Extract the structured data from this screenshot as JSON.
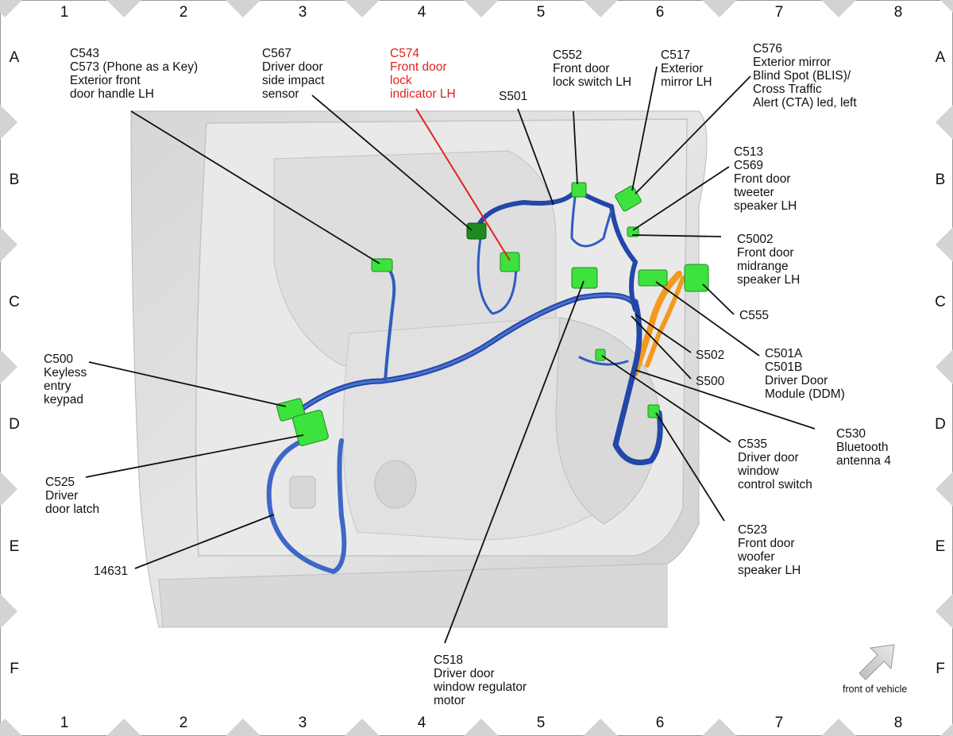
{
  "grid": {
    "columns": [
      "1",
      "2",
      "3",
      "4",
      "5",
      "6",
      "7",
      "8"
    ],
    "rows": [
      "A",
      "B",
      "C",
      "D",
      "E",
      "F"
    ]
  },
  "colors": {
    "harness": "#2347a8",
    "harness_light": "#4a72d0",
    "connector": "#3de23d",
    "connector_dark": "#1f8a1f",
    "orange_harness": "#f39a1e",
    "highlight": "#e2231a",
    "door_panel": "#dcdcdc"
  },
  "labels": {
    "c543": [
      "C543",
      "C573 (Phone as a Key)",
      "Exterior front",
      "door handle LH"
    ],
    "c567": [
      "C567",
      "Driver door",
      "side impact",
      "sensor"
    ],
    "c574": [
      "C574",
      "Front door",
      "lock",
      "indicator LH"
    ],
    "s501": [
      "S501"
    ],
    "c552": [
      "C552",
      "Front door",
      "lock switch LH"
    ],
    "c517": [
      "C517",
      "Exterior",
      "mirror LH"
    ],
    "c576": [
      "C576",
      "Exterior mirror",
      "Blind Spot (BLIS)/",
      "Cross Traffic",
      "Alert (CTA) led, left"
    ],
    "c513": [
      "C513",
      "C569",
      "Front door",
      "tweeter",
      "speaker LH"
    ],
    "c5002": [
      "C5002",
      "Front door",
      "midrange",
      "speaker LH"
    ],
    "c555": [
      "C555"
    ],
    "s502": [
      "S502"
    ],
    "s500": [
      "S500"
    ],
    "c501": [
      "C501A",
      "C501B",
      "Driver Door",
      "Module (DDM)"
    ],
    "c530": [
      "C530",
      "Bluetooth",
      "antenna 4"
    ],
    "c535": [
      "C535",
      "Driver door",
      "window",
      "control switch"
    ],
    "c523": [
      "C523",
      "Front door",
      "woofer",
      "speaker LH"
    ],
    "c500": [
      "C500",
      "Keyless",
      "entry",
      "keypad"
    ],
    "c525": [
      "C525",
      "Driver",
      "door latch"
    ],
    "harness_14631": [
      "14631"
    ],
    "c518": [
      "C518",
      "Driver door",
      "window regulator",
      "motor"
    ]
  },
  "orientation": {
    "label": "front of vehicle",
    "icon": "arrow-up-right-icon"
  }
}
